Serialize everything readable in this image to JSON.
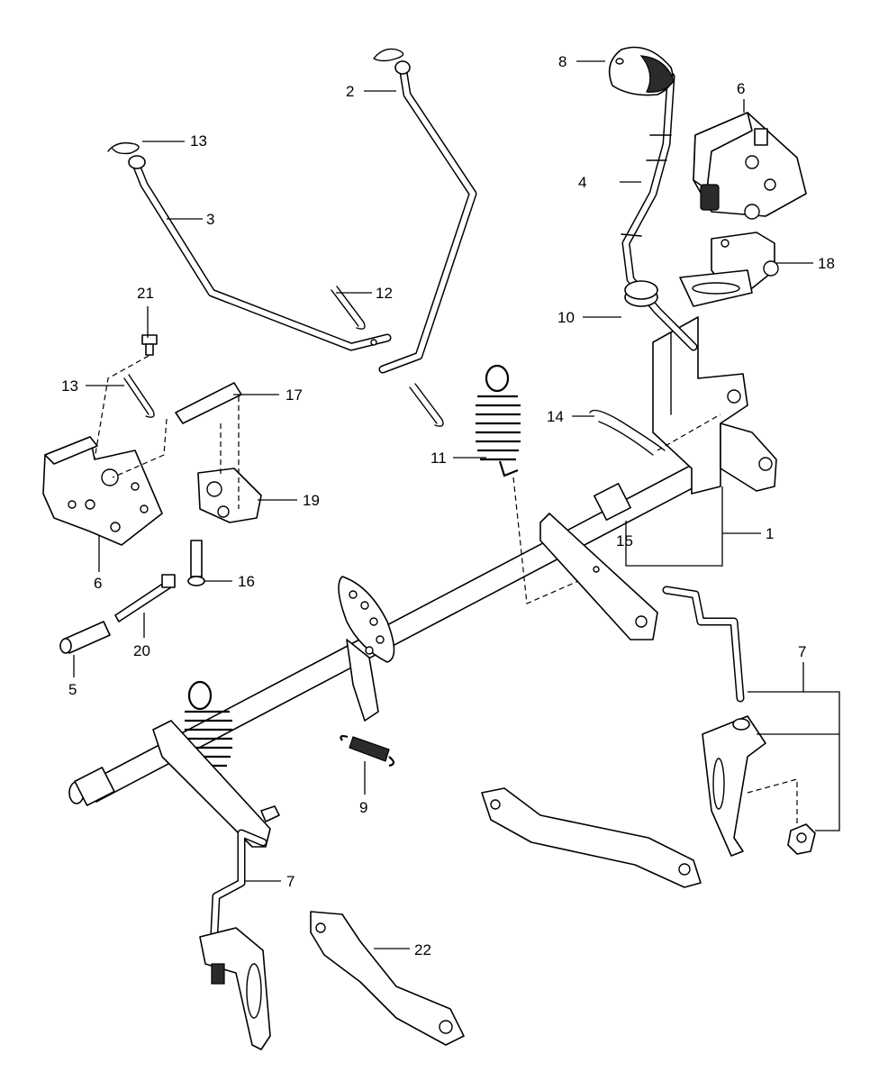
{
  "callouts": {
    "c1": "1",
    "c2": "2",
    "c3": "3",
    "c4": "4",
    "c5": "5",
    "c6a": "6",
    "c6b": "6",
    "c7a": "7",
    "c7b": "7",
    "c8": "8",
    "c9": "9",
    "c10": "10",
    "c11": "11",
    "c12": "12",
    "c13a": "13",
    "c13b": "13",
    "c14": "14",
    "c15": "15",
    "c16": "16",
    "c17": "17",
    "c18": "18",
    "c19": "19",
    "c20": "20",
    "c21": "21",
    "c22": "22"
  }
}
